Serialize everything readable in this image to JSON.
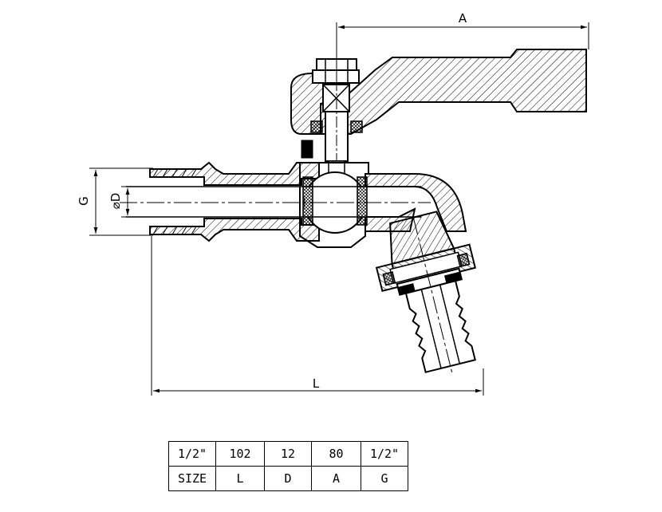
{
  "dimensions": {
    "a_label": "A",
    "g_label": "G",
    "d_label": "⌀D",
    "l_label": "L"
  },
  "spec_table": {
    "values": [
      "1/2\"",
      "102",
      "12",
      "80",
      "1/2\""
    ],
    "headers": [
      "SIZE",
      "L",
      "D",
      "A",
      "G"
    ]
  },
  "colors": {
    "line": "#000000",
    "background": "#ffffff",
    "hatch": "#000000"
  }
}
